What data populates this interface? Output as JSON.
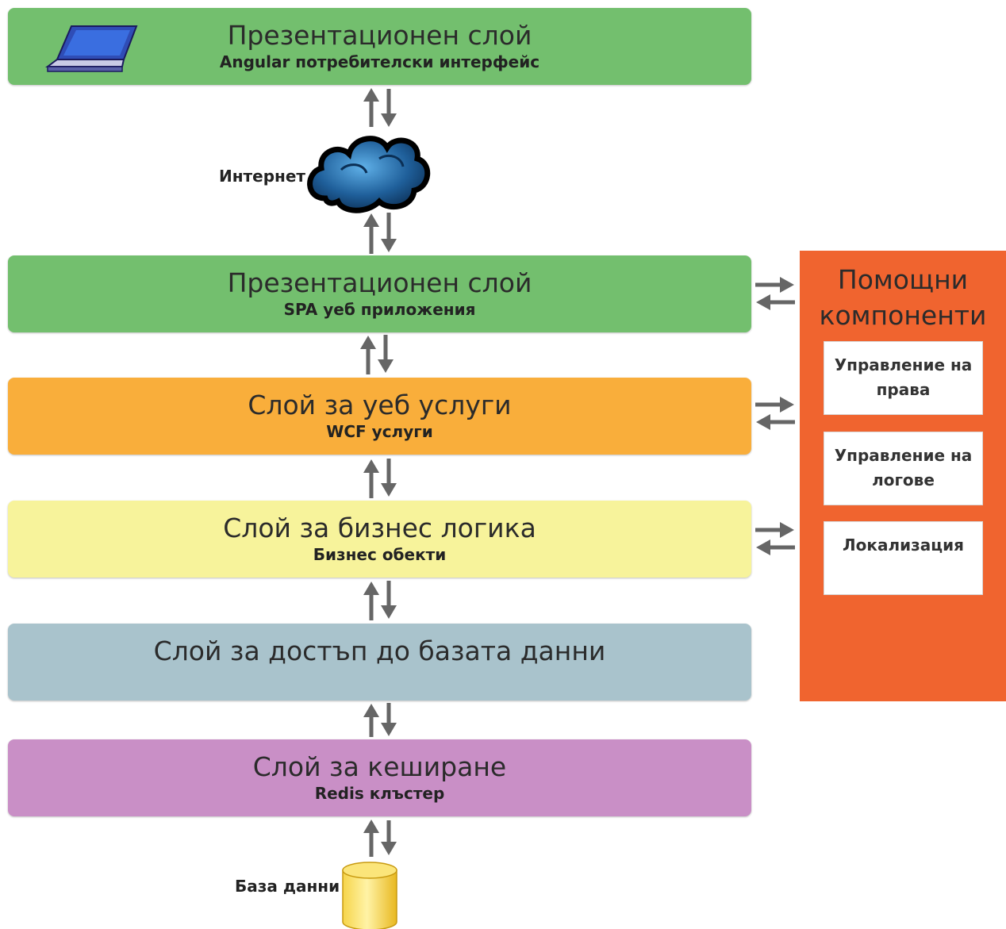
{
  "layers": [
    {
      "title": "Презентационен слой",
      "subtitle": "Angular потребителски интерфейс",
      "color": "#73bf6e"
    },
    {
      "title": "Презентационен слой",
      "subtitle": "SPA уеб приложения",
      "color": "#73bf6e"
    },
    {
      "title": "Слой за уеб услуги",
      "subtitle": "WCF услуги",
      "color": "#f9ae3b"
    },
    {
      "title": "Слой за бизнес логика",
      "subtitle": "Бизнес обекти",
      "color": "#f7f39b"
    },
    {
      "title": "Слой за достъп до базата данни",
      "color": "#a9c3cc"
    },
    {
      "title": "Слой за кеширане",
      "subtitle": "Redis клъстер",
      "color": "#c98fc6"
    }
  ],
  "internet_label": "Интернет",
  "database_label": "База данни",
  "helper": {
    "title": "Помощни\nкомпоненти",
    "color": "#f0642f",
    "items": [
      "Управление на\nправа",
      "Управление на\nлогове",
      "Локализация"
    ]
  },
  "icons": {
    "client": "laptop-icon",
    "network": "cloud-icon",
    "storage": "database-cylinder-icon"
  },
  "arrow_color": "#666666"
}
